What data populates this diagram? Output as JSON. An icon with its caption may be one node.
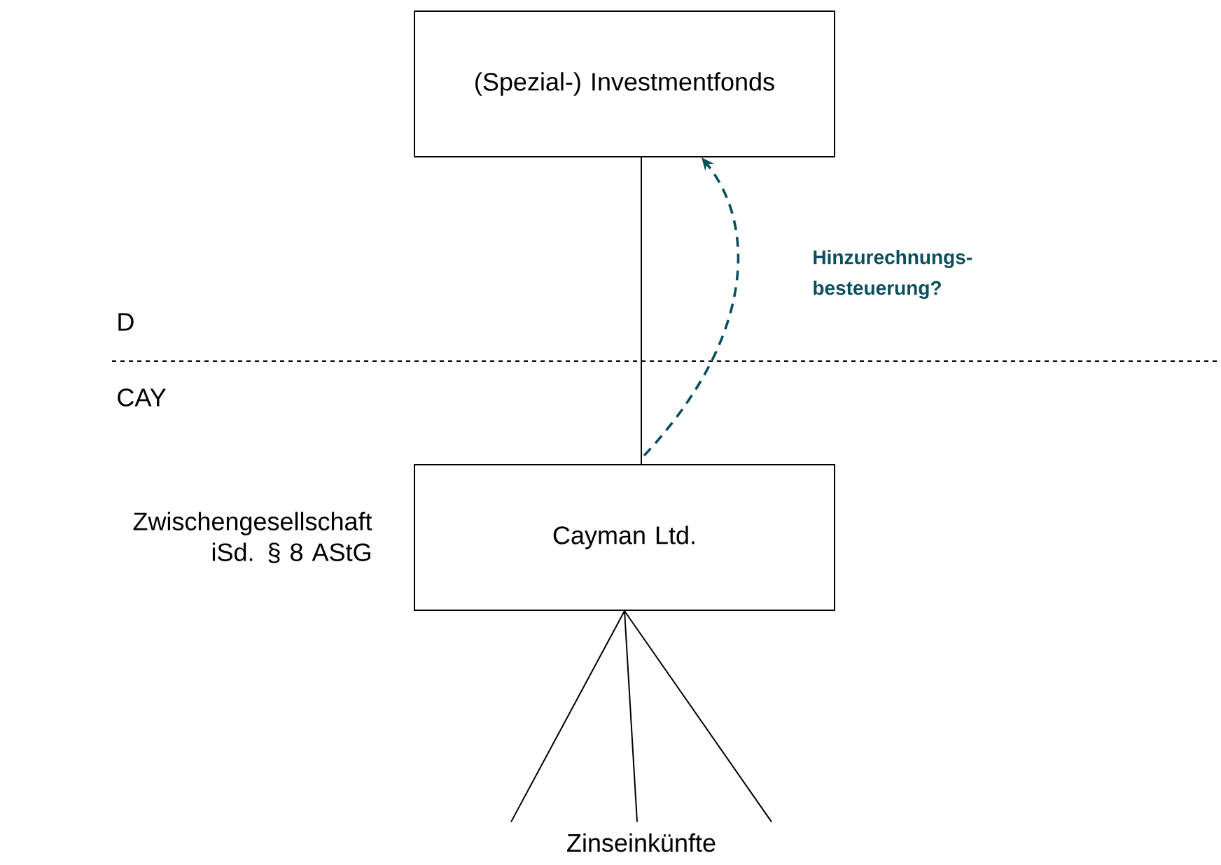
{
  "diagram": {
    "nodes": [
      {
        "text": [
          "(Spezial-) Investmentfonds"
        ]
      },
      {
        "text": [
          "Cayman Ltd."
        ],
        "beside": [
          "Zwischengesellschaft iSd. § 8 AStG"
        ]
      },
      {
        "text": [
          "Zinseinkünfte"
        ]
      }
    ],
    "edges": [
      {
        "from": 0,
        "to": 1,
        "arrow": "none"
      },
      {
        "from": 1,
        "to": 0,
        "arrow": "to",
        "style": "dashed",
        "color": "#0b4f5c",
        "label": "Hinzurechnungs- besteuerung?"
      },
      {
        "from": 1,
        "to": 2,
        "arrow": "none"
      },
      {
        "from": 1,
        "to": 2,
        "arrow": "none"
      },
      {
        "from": 1,
        "to": 2,
        "arrow": "none"
      }
    ],
    "labels": [
      "D",
      "CAY"
    ]
  }
}
